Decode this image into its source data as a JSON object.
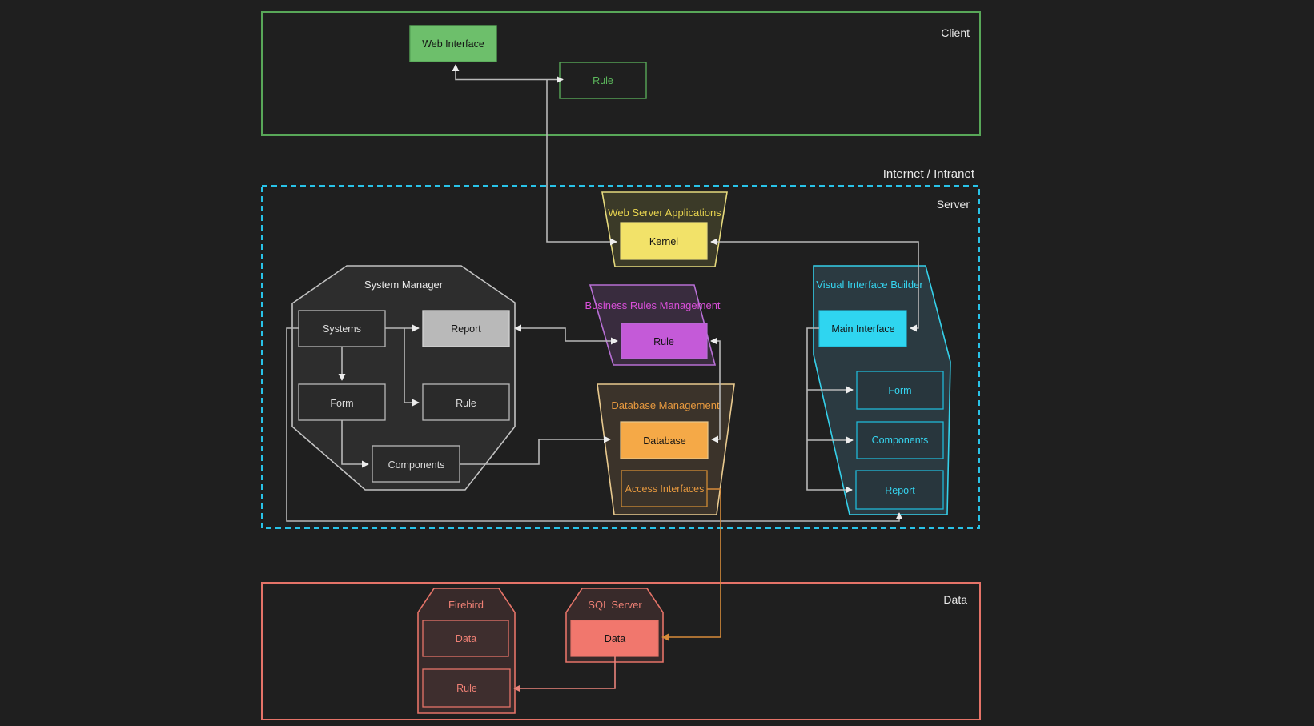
{
  "colors": {
    "bg": "#1f1f1f",
    "edge-gray": "#b8b8b8",
    "arrow-gray": "#ededed",
    "text-white": "#e9e9e9",
    "node-text-light": "#dcdcdc",
    "node-text-dark": "#141414",
    "green-border": "#58a758",
    "green-fill": "#6dbf6b",
    "green-text": "#5cb85c",
    "cyan-dash": "#29c3e8",
    "yellow-border": "#e5d97d",
    "yellow-title": "#e8d44f",
    "yellow-fill": "#3b3a28",
    "yellow-node": "#f2e269",
    "octagon-border": "#c2c2c2",
    "octagon-fill": "#2d2d2d",
    "node-dark-fill": "#2a2a2a",
    "node-dark-border": "#b8b8b8",
    "report-fill": "#b9b9b9",
    "purple-border": "#b76fd4",
    "purple-fill": "#392c3e",
    "purple-title": "#d94fd9",
    "orchid-node": "#c45ad8",
    "orange-container-border": "#e8c98e",
    "orange-fill": "#3b332a",
    "orange-title": "#e89a3f",
    "orange-node": "#f5a947",
    "orange-outline": "#cf8b33",
    "orange-edge": "#d78b3a",
    "cyan-border": "#35d0ea",
    "cyan-fill": "#2b3a41",
    "cyan-title": "#35d5f0",
    "cyan-node": "#2fd5f0",
    "cyan-outline": "#1fb7d6",
    "cyan-node-fill": "#28363d",
    "salmon-border": "#e57368",
    "salmon-fill": "#382a2a",
    "salmon-text": "#ef8075",
    "salmon-node": "#f1776d",
    "salmon-edge": "#e8837a"
  },
  "sections": {
    "client": {
      "label": "Client",
      "web_interface": "Web Interface",
      "rule": "Rule"
    },
    "network": {
      "label": "Internet / Intranet"
    },
    "server": {
      "label": "Server",
      "web_server_apps": {
        "title": "Web Server Applications",
        "kernel": "Kernel"
      },
      "system_manager": {
        "title": "System Manager",
        "systems": "Systems",
        "report": "Report",
        "form": "Form",
        "rule": "Rule",
        "components": "Components"
      },
      "business_rules": {
        "title": "Business Rules Management",
        "rule": "Rule"
      },
      "database_mgmt": {
        "title": "Database Management",
        "database": "Database",
        "access_interfaces": "Access Interfaces"
      },
      "visual_builder": {
        "title": "Visual Interface Builder",
        "main_interface": "Main Interface",
        "form": "Form",
        "components": "Components",
        "report": "Report"
      }
    },
    "data": {
      "label": "Data",
      "firebird": {
        "title": "Firebird",
        "data": "Data",
        "rule": "Rule"
      },
      "sql_server": {
        "title": "SQL Server",
        "data": "Data"
      }
    }
  }
}
